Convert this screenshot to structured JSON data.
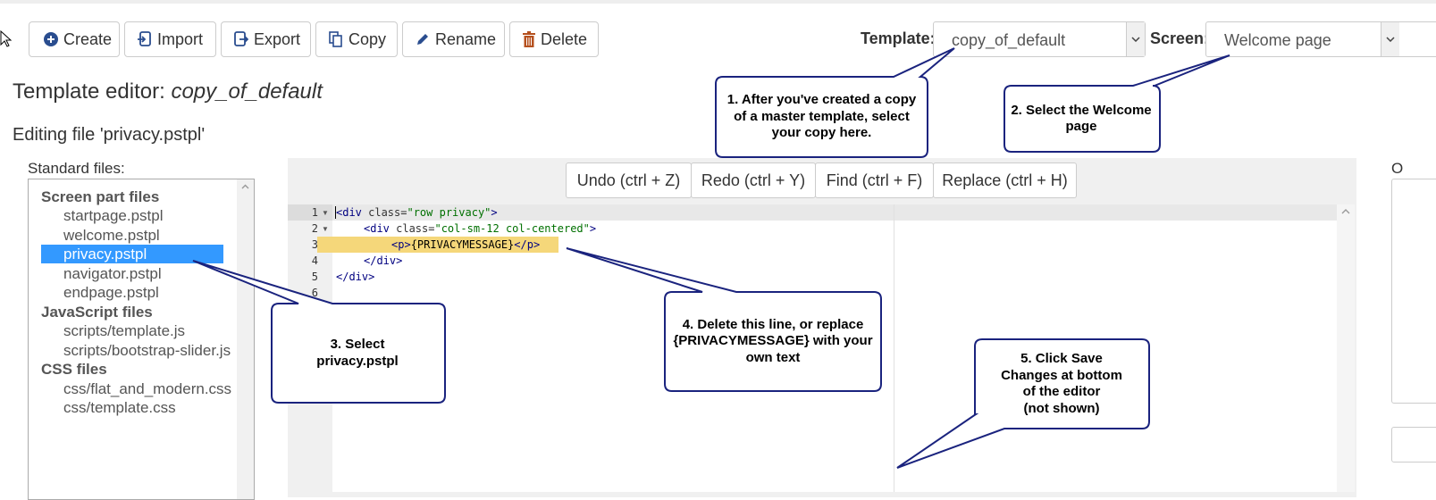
{
  "toolbar": {
    "create": "Create",
    "import": "Import",
    "export": "Export",
    "copy": "Copy",
    "rename": "Rename",
    "delete": "Delete"
  },
  "selectors": {
    "template_label": "Template:",
    "template_value": "copy_of_default",
    "screen_label": "Screen:",
    "screen_value": "Welcome page"
  },
  "heading": {
    "prefix": "Template editor:",
    "template_name": "copy_of_default"
  },
  "editing_file": "Editing file 'privacy.pstpl'",
  "standard_files_label": "Standard files:",
  "files": {
    "screen_group": "Screen part files",
    "screen_files": [
      "startpage.pstpl",
      "welcome.pstpl",
      "privacy.pstpl",
      "navigator.pstpl",
      "endpage.pstpl"
    ],
    "js_group": "JavaScript files",
    "js_files": [
      "scripts/template.js",
      "scripts/bootstrap-slider.js"
    ],
    "css_group": "CSS files",
    "css_files": [
      "css/flat_and_modern.css",
      "css/template.css"
    ]
  },
  "editor_buttons": {
    "undo": "Undo (ctrl + Z)",
    "redo": "Redo (ctrl + Y)",
    "find": "Find (ctrl + F)",
    "replace": "Replace (ctrl + H)"
  },
  "code": {
    "line_numbers": [
      "1",
      "2",
      "3",
      "4",
      "5",
      "6"
    ],
    "line1": {
      "tag_open": "<div ",
      "attr": "class=",
      "value": "\"row privacy\"",
      "tag_close": ">"
    },
    "line2": {
      "tag_open": "<div ",
      "attr": "class=",
      "value": "\"col-sm-12 col-centered\"",
      "tag_close": ">"
    },
    "line3": {
      "tag_open": "<p>",
      "text": "{PRIVACYMESSAGE}",
      "tag_close": "</p>"
    },
    "line4": "</div>",
    "line5": "</div>"
  },
  "right_panel_label": "O",
  "callouts": {
    "c1": "1. After you've created a copy of a master template, select your copy here.",
    "c2": "2. Select the Welcome page",
    "c3": "3. Select privacy.pstpl",
    "c4": "4. Delete this line, or replace {PRIVACYMESSAGE} with your own text",
    "c5_line1": "5. Click Save",
    "c5_line2": "Changes at bottom",
    "c5_line3": "of the editor",
    "c5_line4": "(not shown)"
  },
  "colors": {
    "callout_border": "#1a237e",
    "selection": "#3399ff",
    "highlight": "#f5d77a",
    "icon_blue": "#2a4d8f",
    "delete_icon": "#b5501e"
  }
}
